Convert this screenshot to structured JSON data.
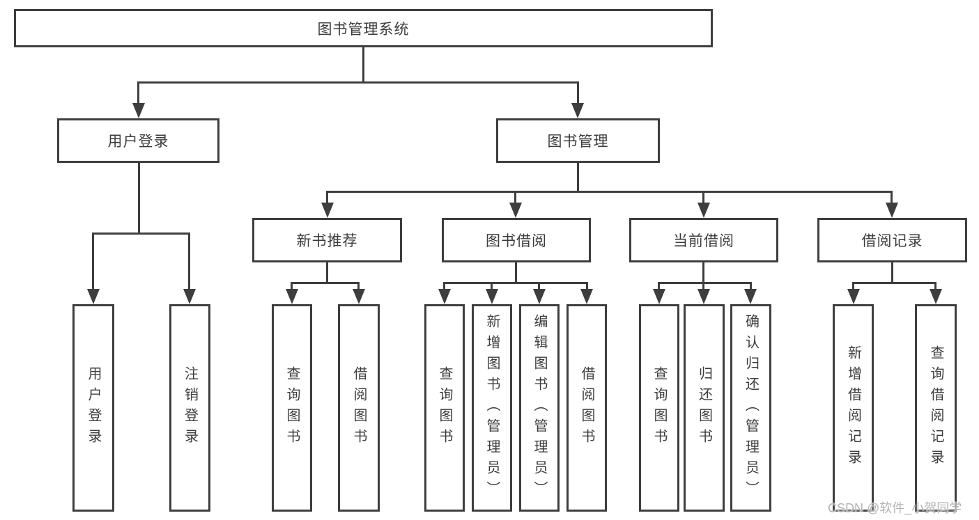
{
  "diagram": {
    "root": {
      "label": "图书管理系统"
    },
    "level2": [
      {
        "label": "用户登录"
      },
      {
        "label": "图书管理"
      }
    ],
    "level3": [
      {
        "label": "新书推荐"
      },
      {
        "label": "图书借阅"
      },
      {
        "label": "当前借阅"
      },
      {
        "label": "借阅记录"
      }
    ],
    "groups": [
      {
        "parent": "用户登录",
        "children": [
          {
            "label": "用户登录"
          },
          {
            "label": "注销登录"
          }
        ]
      },
      {
        "parent": "新书推荐",
        "children": [
          {
            "label": "查询图书"
          },
          {
            "label": "借阅图书"
          }
        ]
      },
      {
        "parent": "图书借阅",
        "children": [
          {
            "label": "查询图书"
          },
          {
            "label": "新增图书（管理员）"
          },
          {
            "label": "编辑图书（管理员）"
          },
          {
            "label": "借阅图书"
          }
        ]
      },
      {
        "parent": "当前借阅",
        "children": [
          {
            "label": "查询图书"
          },
          {
            "label": "归还图书"
          },
          {
            "label": "确认归还（管理员）"
          }
        ]
      },
      {
        "parent": "借阅记录",
        "children": [
          {
            "label": "新增借阅记录"
          },
          {
            "label": "查询借阅记录"
          }
        ]
      }
    ]
  },
  "watermark": {
    "text": "CSDN @软件_小贺同学"
  },
  "colors": {
    "line": "#3e3e3e",
    "text": "#3c3c3c",
    "watermark": "#b3b3b3",
    "background": "#ffffff"
  }
}
